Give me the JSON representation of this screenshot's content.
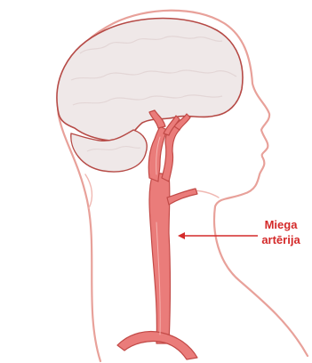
{
  "diagram": {
    "label": {
      "line1": "Miega",
      "line2": "artērija"
    },
    "colors": {
      "paper": "#ffffff",
      "outline": "#e8a19a",
      "brain_fill": "#efe8e8",
      "brain_line": "#b64a46",
      "artery_fill": "#ea7c7a",
      "artery_line": "#c24a47",
      "label": "#d42a2a",
      "arrow": "#d42a2a"
    },
    "icons": {
      "head": "head-profile-sketch",
      "brain": "brain-sketch",
      "artery": "carotid-artery-sketch",
      "pointer": "arrow-left"
    }
  }
}
